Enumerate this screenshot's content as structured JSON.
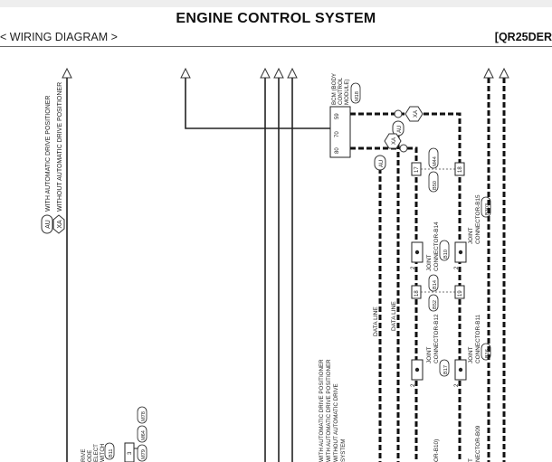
{
  "header": {
    "title": "ENGINE CONTROL SYSTEM",
    "section": "< WIRING DIAGRAM >",
    "engine": "[QR25DER"
  },
  "legend": [
    {
      "code": "AU",
      "text": "WITH AUTOMATIC DRIVE POSITIONER"
    },
    {
      "code": "XA",
      "text": "WITHOUT AUTOMATIC DRIVE POSITIONER"
    }
  ],
  "bcm": {
    "lines": [
      "BCM (BODY",
      "CONTROL",
      "MODULE)"
    ],
    "connector": "M18",
    "pin_top": "59",
    "pin_bottom": "80",
    "pin_mid": "70"
  },
  "data_lines": [
    "DATA LINE",
    "DATA LINE"
  ],
  "joints": [
    {
      "name": [
        "JOINT",
        "CONNECTOR-B14"
      ],
      "connector": "B10",
      "pin_top": "2",
      "pin_bottom": "17",
      "conn_code": "B52"
    },
    {
      "name": [
        "JOINT",
        "CONNECTOR-B15"
      ],
      "connector": "B303",
      "pin_top": "2",
      "pin_bottom": "18"
    },
    {
      "name": [
        "JOINT",
        "CONNECTOR-B12"
      ],
      "connector": "B17",
      "pin_top": "2",
      "pin_bottom": "18",
      "conn_code": "B52"
    },
    {
      "name": [
        "JOINT",
        "CONNECTOR-B11"
      ],
      "connector": "B16",
      "pin_top": "2",
      "pin_bottom": "19"
    }
  ],
  "connector_tags": [
    "M44",
    "B50",
    "B14",
    "B52"
  ],
  "lower_notes": [
    "WITH AUTOMATIC DRIVE POSITIONER",
    "WITH AUTOMATIC DRIVE POSITIONER",
    "WITHOUT AUTOMATIC DRIVE",
    "SYSTEM"
  ],
  "lower_left": {
    "lines": [
      "RIVE",
      "ODE",
      "ELECT",
      "WITCH"
    ],
    "tag": "B11",
    "tags2": [
      "M78",
      "M64",
      "M79"
    ],
    "pin": "3"
  },
  "lower_joint_b09": {
    "lines": [
      "T",
      "NECTOR-B09"
    ]
  },
  "lower_joint_b10": {
    "text": "OR-B10)"
  }
}
